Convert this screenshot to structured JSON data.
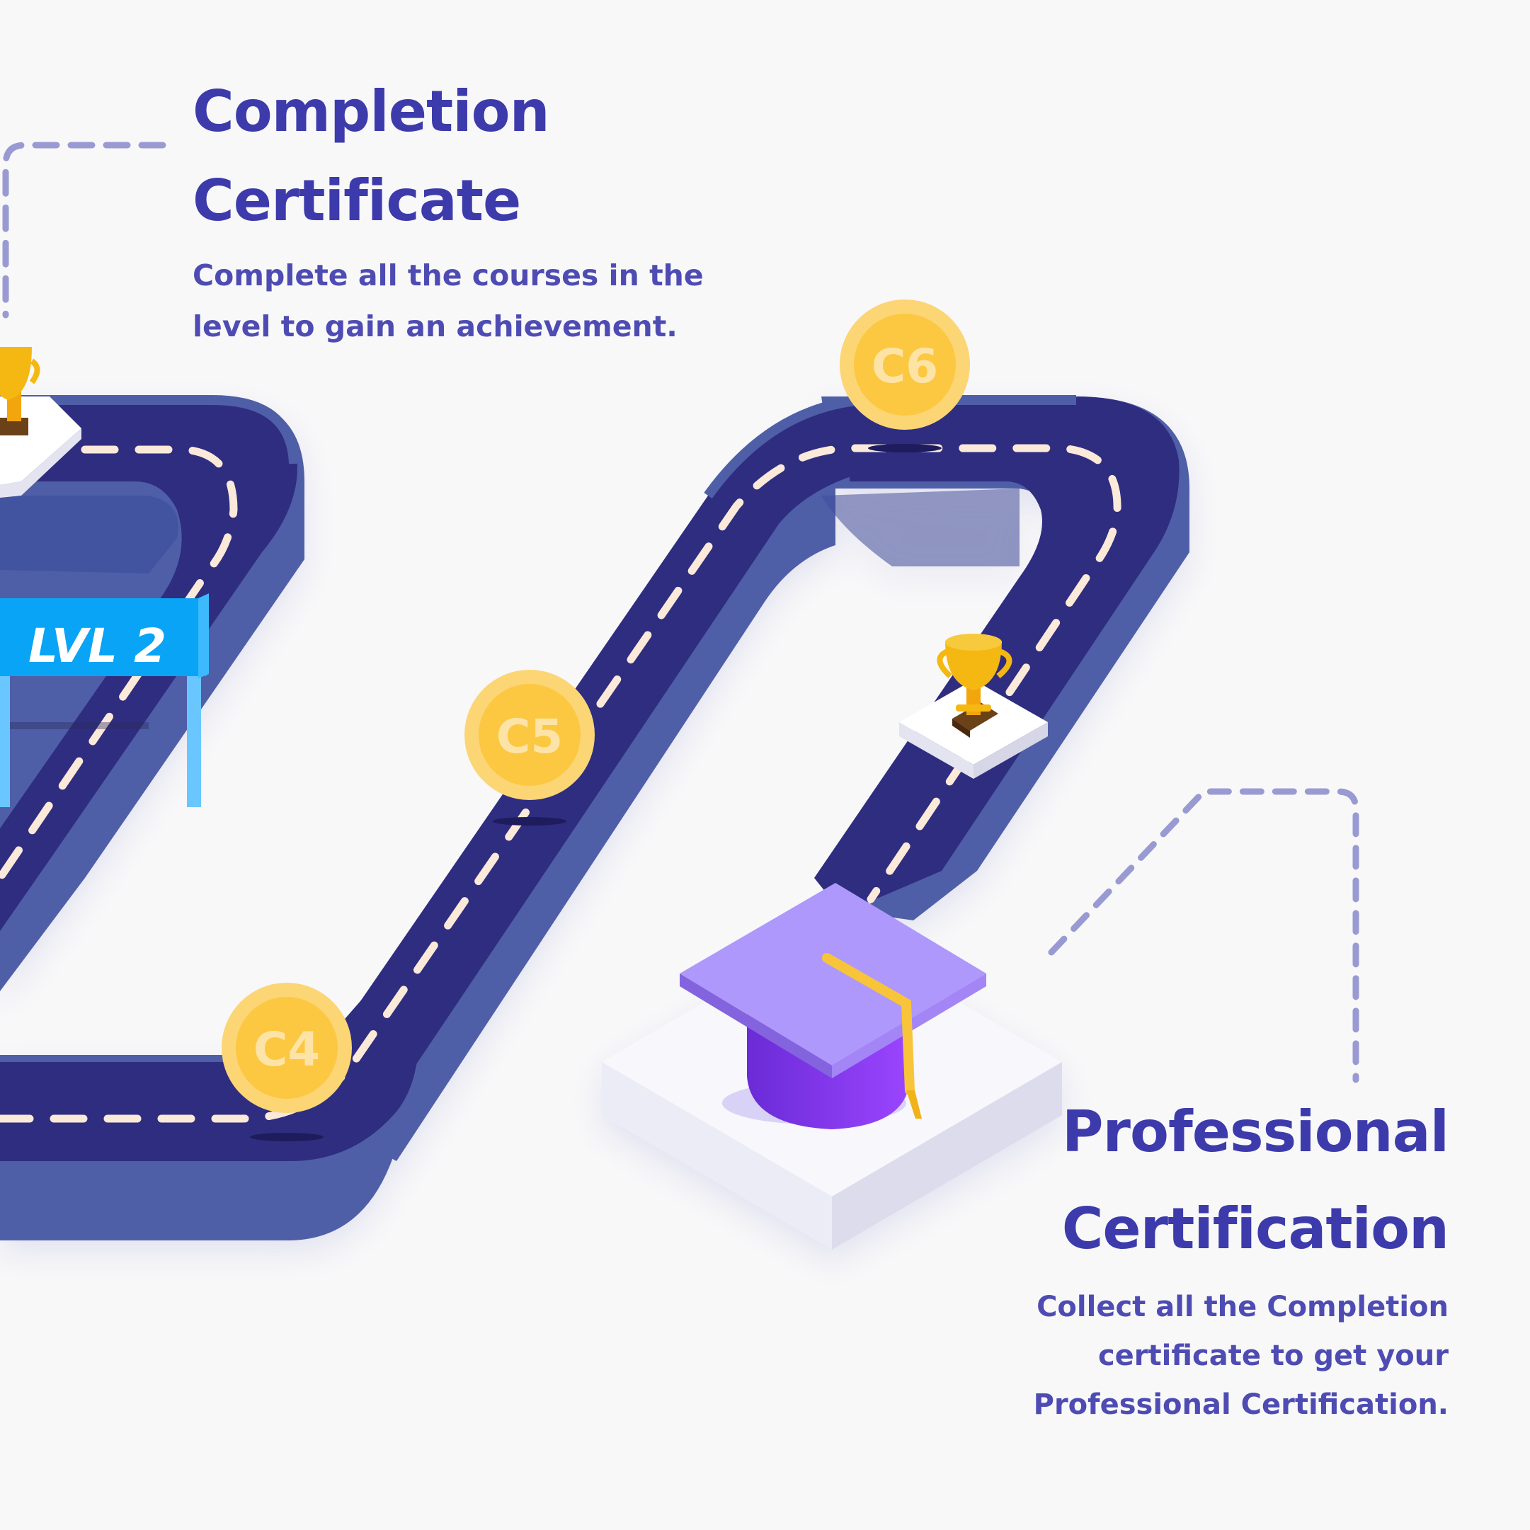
{
  "completion": {
    "title_lines": [
      "Completion",
      "Certificate"
    ],
    "desc_lines": [
      "Complete all the courses in the",
      "level to gain an achievement."
    ]
  },
  "professional": {
    "title_lines": [
      "Professional",
      "Certification"
    ],
    "desc_lines": [
      "Collect all the Completion",
      "certificate to get your",
      "Professional Certification."
    ]
  },
  "level_sign": {
    "label": "LVL 2"
  },
  "courses": [
    {
      "label": "C4"
    },
    {
      "label": "C5"
    },
    {
      "label": "C6"
    }
  ],
  "colors": {
    "background": "#f8f8f9",
    "road_surface": "#2f2d80",
    "road_edge": "#4f5fa7",
    "road_dash": "#fbe9d9",
    "heading": "#3d3bab",
    "coin": "#fcc842",
    "sign": "#09a4f5",
    "cap": "#9c7cf5",
    "trophy": "#f5b812",
    "connector": "#9a9ad3"
  },
  "icons": [
    "trophy-icon",
    "graduation-cap-icon",
    "level-sign-icon",
    "coin-icon"
  ]
}
